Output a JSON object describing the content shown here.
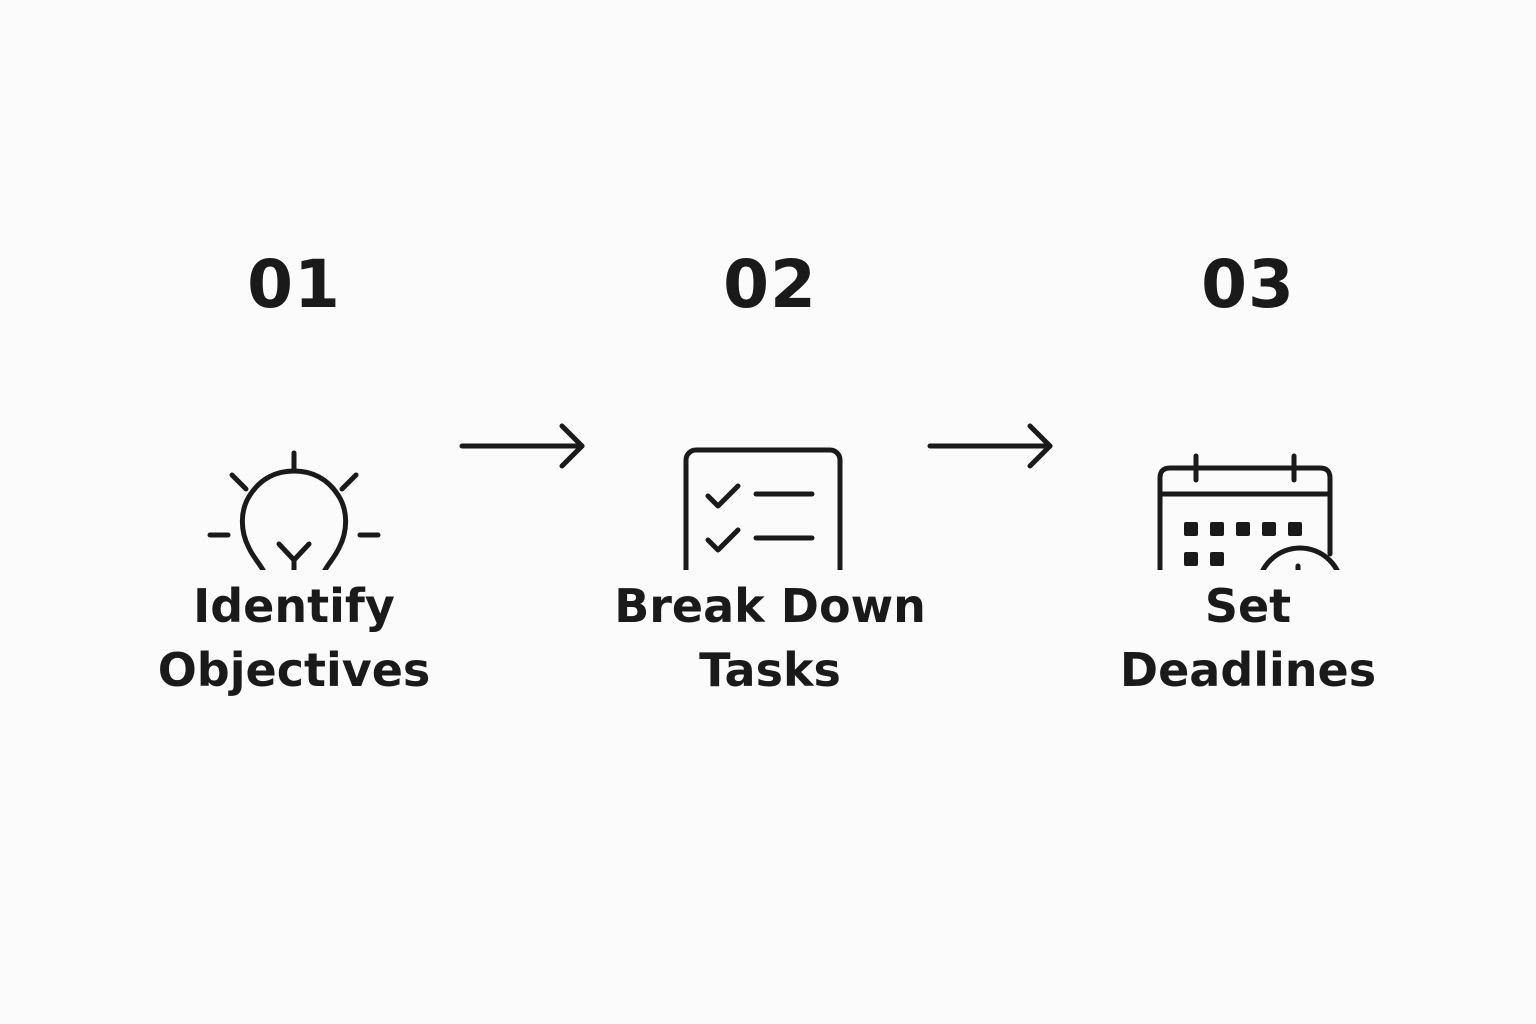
{
  "steps": [
    {
      "number": "01",
      "label_line1": "Identify",
      "label_line2": "Objectives",
      "icon": "lightbulb-icon"
    },
    {
      "number": "02",
      "label_line1": "Break Down",
      "label_line2": "Tasks",
      "icon": "checklist-icon"
    },
    {
      "number": "03",
      "label_line1": "Set",
      "label_line2": "Deadlines",
      "icon": "calendar-clock-icon"
    }
  ],
  "colors": {
    "ink": "#1a1a1a",
    "background": "#fbfbfb"
  }
}
